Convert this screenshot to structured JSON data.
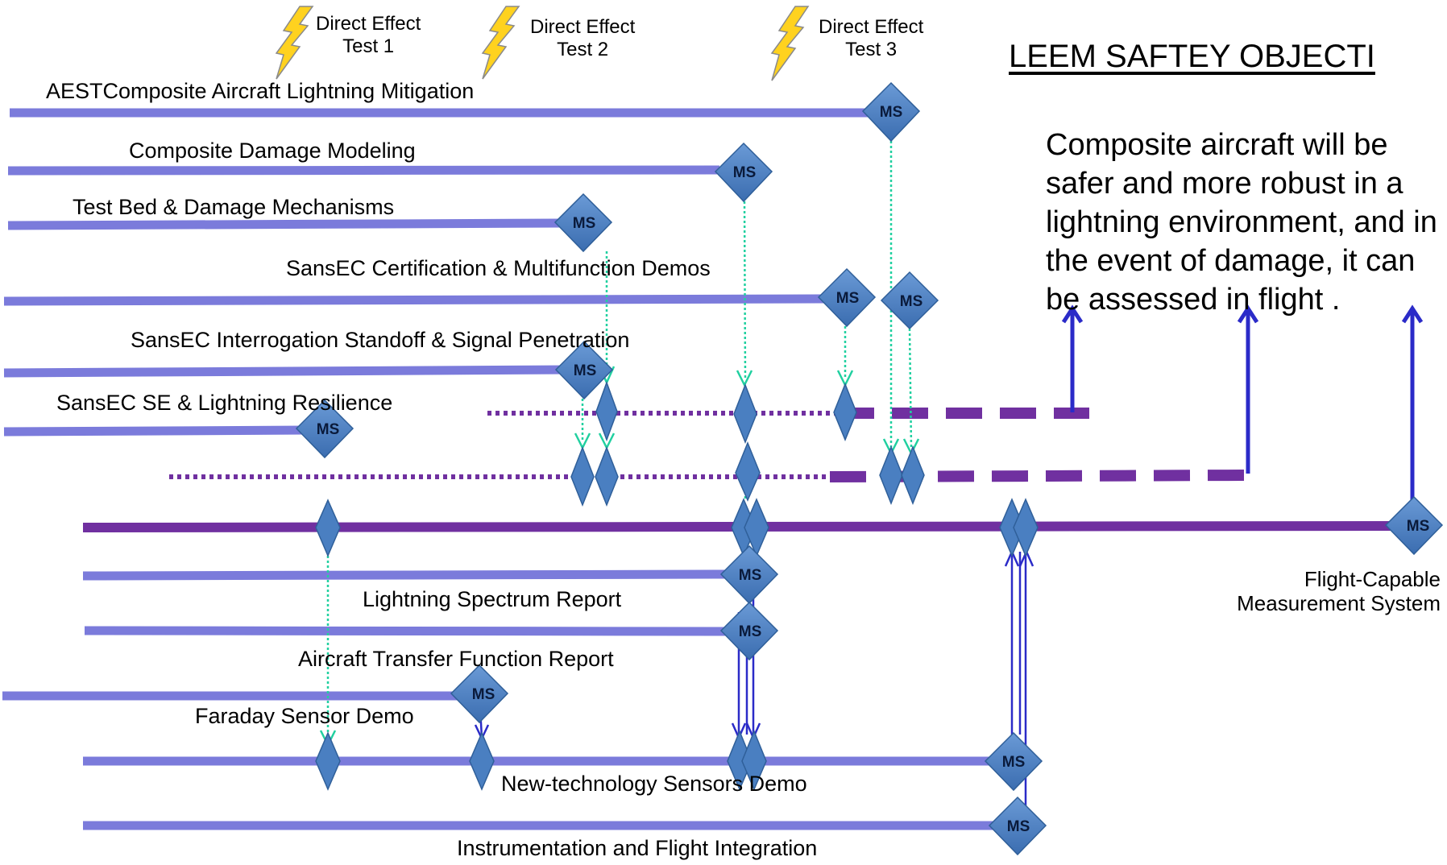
{
  "title": "LEEM SAFTEY OBJECTI",
  "objective": "Composite aircraft will be safer and more robust in a lightning environment, and in the event of damage, it can be assessed in flight .",
  "milestone_label": "MS",
  "tests": [
    {
      "line1": "Direct Effect",
      "line2": "Test 1"
    },
    {
      "line1": "Direct Effect",
      "line2": "Test 2"
    },
    {
      "line1": "Direct Effect",
      "line2": "Test 3"
    }
  ],
  "tasks": [
    "AESTComposite Aircraft Lightning Mitigation",
    "Composite Damage Modeling",
    "Test Bed & Damage Mechanisms",
    "SansEC Certification & Multifunction Demos",
    "SansEC Interrogation Standoff & Signal Penetration",
    "SansEC SE & Lightning Resilience",
    "Lightning Spectrum Report",
    "Aircraft Transfer Function Report",
    "Faraday Sensor Demo",
    "New-technology Sensors  Demo",
    "Instrumentation and Flight Integration"
  ],
  "system": {
    "line1": "Flight-Capable",
    "line2": "Measurement System"
  },
  "colors": {
    "task_bar": "#7b7bdb",
    "main_bar": "#7030a0",
    "milestone": "#4a7fc1",
    "dependency_green": "#21d0a0",
    "dependency_blue": "#2b2bc8",
    "lightning": "#ffd21f"
  }
}
